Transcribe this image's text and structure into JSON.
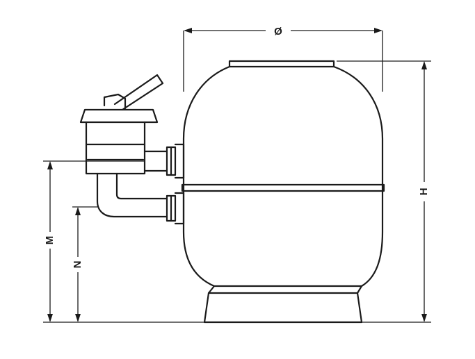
{
  "dimensions": {
    "diameter": {
      "label": "Ø"
    },
    "height": {
      "label": "H"
    },
    "m": {
      "label": "M"
    },
    "n": {
      "label": "N"
    }
  },
  "parts": [
    "filter-tank",
    "multiport-valve",
    "valve-handle",
    "upper-connection-pipe",
    "lower-connection-pipe",
    "tank-base"
  ],
  "colors": {
    "stroke": "#1a1a1a",
    "background": "#ffffff"
  }
}
